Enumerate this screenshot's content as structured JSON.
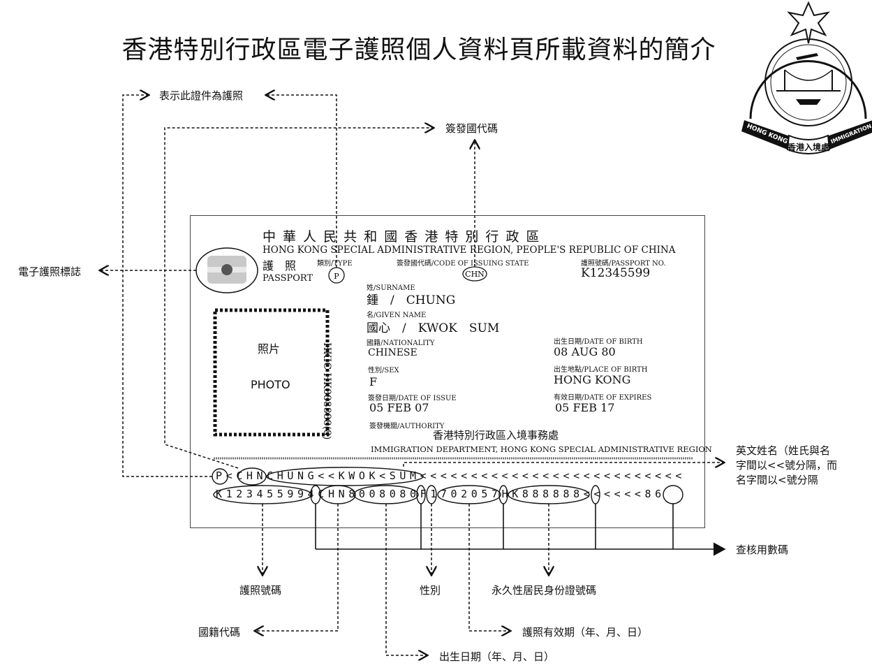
{
  "title": "香港特別行政區電子護照個人資料頁所載資料的簡介",
  "callouts": {
    "document_type": "表示此證件為護照",
    "issuing_state_code": "簽發國代碼",
    "e_passport_logo": "電子護照標誌",
    "english_name_line1": "英文姓名（姓氏與名",
    "english_name_line2": "字間以<<號分隔，而",
    "english_name_line3": "名字間以<號分隔",
    "check_digits": "查核用數碼",
    "passport_number": "護照號碼",
    "sex": "性別",
    "permanent_id": "永久性居民身份證號碼",
    "nationality_code": "國籍代碼",
    "expiry_date": "護照有效期（年、月、日）",
    "birth_date": "出生日期（年、月、日）"
  },
  "passport": {
    "header_zh": "中 華 人 民 共 和 國 香 港 特 別 行 政 區",
    "header_en": "HONG KONG SPECIAL ADMINISTRATIVE REGION, PEOPLE'S REPUBLIC OF CHINA",
    "doc_zh": "護　照",
    "doc_en": "PASSPORT",
    "type_label": "類別/TYPE",
    "type_value": "P",
    "code_label": "簽發國代碼/CODE OF ISSUING STATE",
    "code_value": "CHN",
    "number_label": "護照號碼/PASSPORT NO.",
    "number_value": "K12345599",
    "surname_label": "姓/SURNAME",
    "surname_value": "鍾　/　CHUNG",
    "given_label": "名/GIVEN NAME",
    "given_value": "國心　/　KWOK　SUM",
    "nationality_label": "國籍/NATIONALITY",
    "nationality_value": "CHINESE",
    "sex_label": "性別/SEX",
    "sex_value": "F",
    "issue_label": "簽發日期/DATE OF ISSUE",
    "issue_value": "05 FEB 07",
    "authority_label": "簽發機關/AUTHORITY",
    "authority_zh": "香港特別行政區入境事務處",
    "authority_en": "IMMIGRATION DEPARTMENT, HONG KONG SPECIAL ADMINISTRATIVE REGION",
    "dob_label": "出生日期/DATE OF BIRTH",
    "dob_value": "08 AUG 80",
    "pob_label": "出生地點/PLACE OF BIRTH",
    "pob_value": "HONG KONG",
    "expiry_label": "有效日期/DATE OF EXPIRES",
    "expiry_value": "05 FEB 17",
    "photo_zh": "照片",
    "photo_en": "PHOTO",
    "hkic": "HKIC HK888888(8)",
    "mrz_line1": "P<CHNCHUNG<<KWOK<SUM<<<<<<<<<<<<<<<<<<<<<<<<<<",
    "mrz_line2": "K123455994CHN8008080F1702057HK888888<<<<<<86"
  },
  "emblem": {
    "left_text": "HONG KONG",
    "center_text": "香港入境處",
    "right_text": "IMMIGRATION"
  }
}
